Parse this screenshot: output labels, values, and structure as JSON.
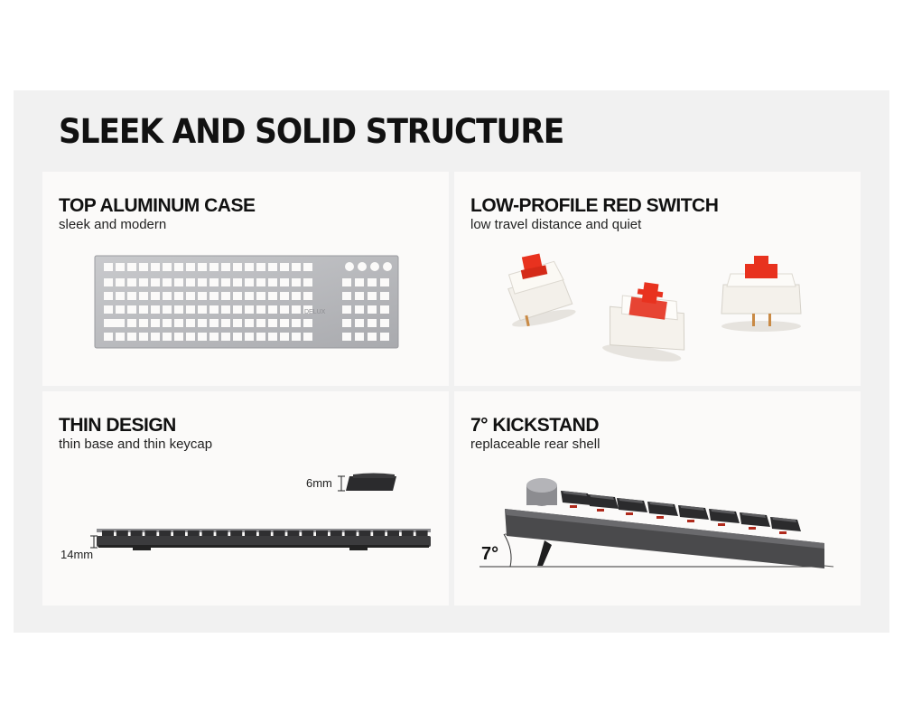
{
  "page": {
    "title": "SLEEK AND SOLID STRUCTURE"
  },
  "cards": [
    {
      "title": "TOP ALUMINUM CASE",
      "subtitle": "sleek and modern"
    },
    {
      "title": "LOW-PROFILE RED SWITCH",
      "subtitle": "low travel distance and quiet"
    },
    {
      "title": "THIN DESIGN",
      "subtitle": "thin base and thin keycap",
      "keycap_height": "6mm",
      "base_height": "14mm"
    },
    {
      "title": "7° KICKSTAND",
      "subtitle": "replaceable rear shell",
      "angle": "7°"
    }
  ],
  "brand": {
    "plate_logo": "DELUX"
  },
  "colors": {
    "background": "#f1f1f1",
    "card": "#fbfaf9",
    "aluminum": "#bcbdc0",
    "switch_stem": "#e8321f",
    "switch_housing": "#f2efe8",
    "keyboard_body": "#4a4a4c",
    "keycap": "#2b2b2d"
  }
}
